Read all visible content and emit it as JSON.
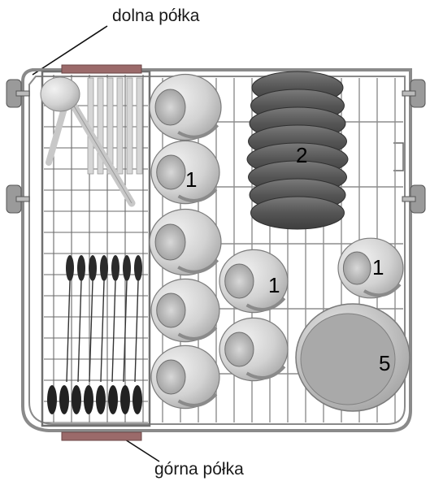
{
  "labels": {
    "top_caption": "dolna półka",
    "bottom_caption": "górna półka"
  },
  "numbers": {
    "cups_main": "1",
    "plates": "2",
    "cup_center": "1",
    "cup_right": "1",
    "bowl": "5"
  },
  "colors": {
    "wire": "#8a8a8a",
    "wire_dark": "#5a5a5a",
    "ceramic_light": "#e4e4e4",
    "ceramic_mid": "#c4c4c4",
    "plate_dark": "#555555",
    "spoon_dark": "#2a2a2a",
    "frame_red": "#9b6a6a"
  },
  "icons": {
    "cutlery_basket": "cutlery-basket-icon",
    "cup": "cup-icon",
    "plate_stack": "plate-stack-icon",
    "bowl": "bowl-icon",
    "ladle": "ladle-icon"
  }
}
